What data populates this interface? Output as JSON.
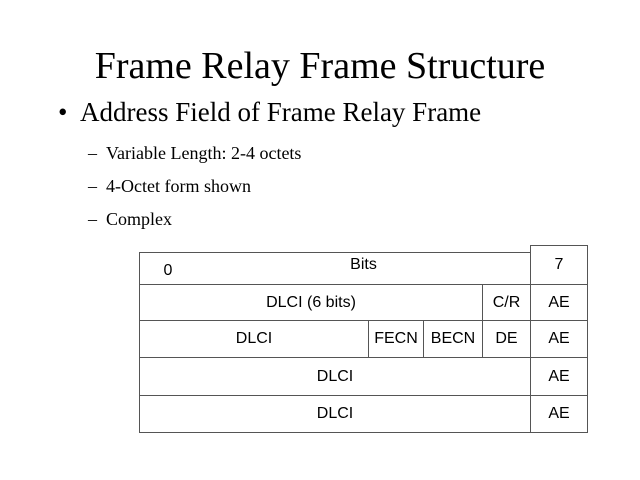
{
  "title": "Frame Relay Frame Structure",
  "bullet": {
    "marker": "•",
    "text": "Address Field of Frame Relay Frame"
  },
  "sub_bullets": [
    {
      "marker": "–",
      "text": "Variable Length: 2-4 octets"
    },
    {
      "marker": "–",
      "text": "4-Octet form shown"
    },
    {
      "marker": "–",
      "text": "Complex"
    }
  ],
  "table": {
    "header": {
      "bit_start": "0",
      "label": "Bits",
      "bit_end": "7"
    },
    "rows": [
      [
        "DLCI (6 bits)",
        "C/R",
        "AE"
      ],
      [
        "DLCI",
        "FECN",
        "BECN",
        "DE",
        "AE"
      ],
      [
        "DLCI",
        "AE"
      ],
      [
        "DLCI",
        "AE"
      ]
    ]
  }
}
